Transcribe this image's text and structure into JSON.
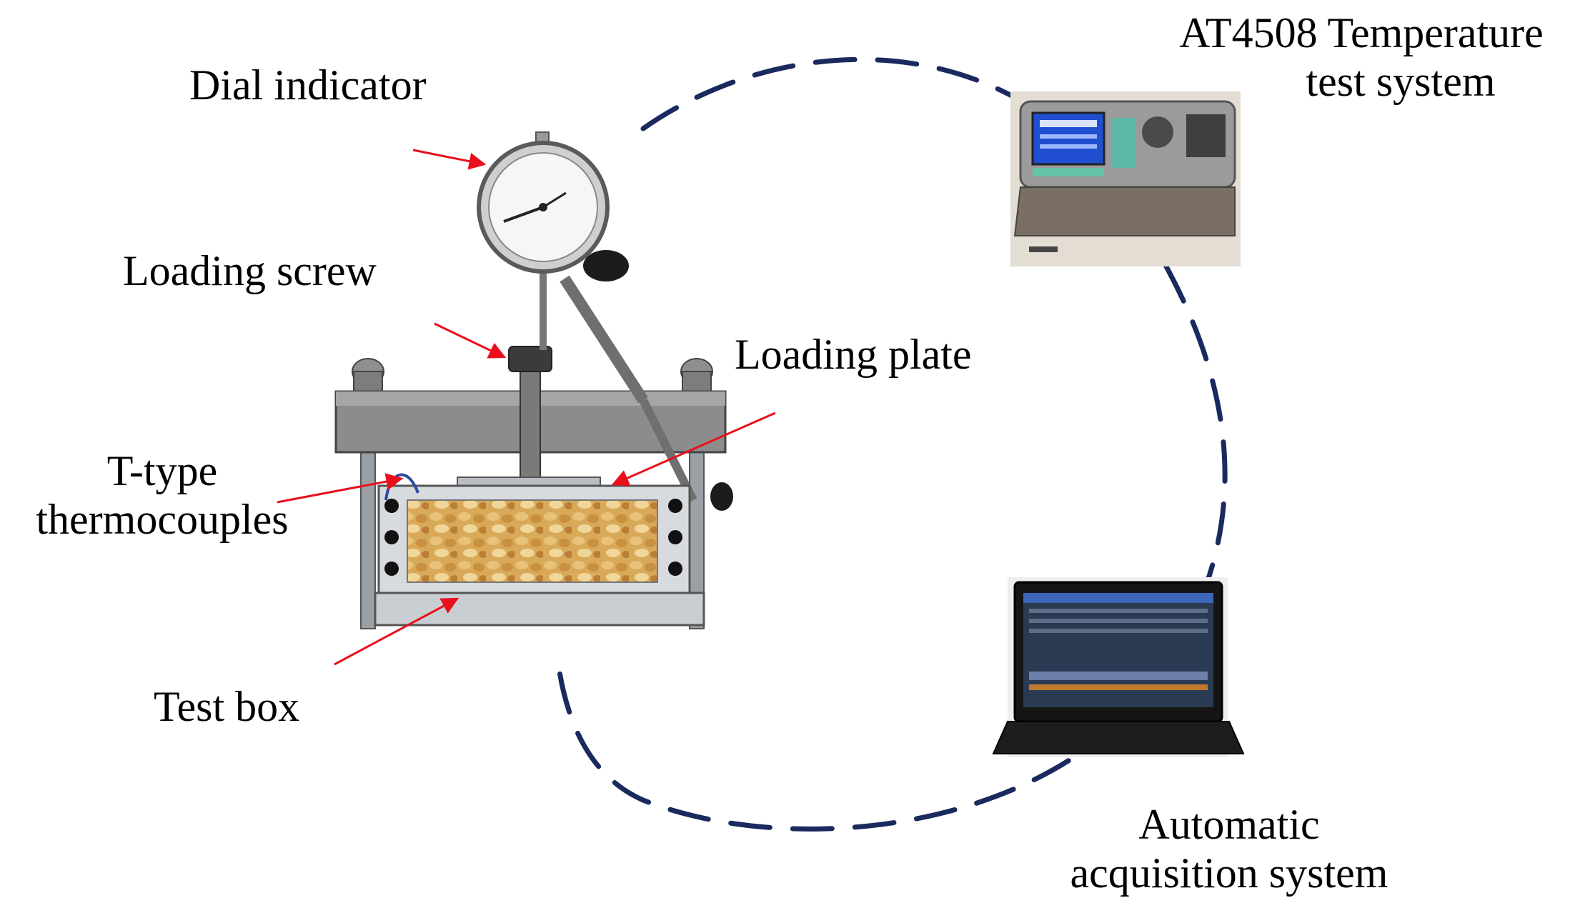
{
  "labels": {
    "dial_indicator": "Dial indicator",
    "loading_screw": "Loading screw",
    "loading_plate": "Loading plate",
    "t_type_line1": "T-type",
    "t_type_line2": "thermocouples",
    "test_box": "Test box",
    "at4508_line1": "AT4508 Temperature",
    "at4508_line2": "test system",
    "auto_line1": "Automatic",
    "auto_line2": "acquisition system"
  },
  "colors": {
    "arrow": "#e8101a",
    "dashed_circle": "#1a2a5e",
    "text": "#000000"
  },
  "icons": {
    "dial_indicator": "dial-gauge-icon",
    "test_apparatus": "loading-frame-apparatus",
    "temperature_logger": "temperature-logger-device",
    "laptop": "laptop-computer"
  }
}
